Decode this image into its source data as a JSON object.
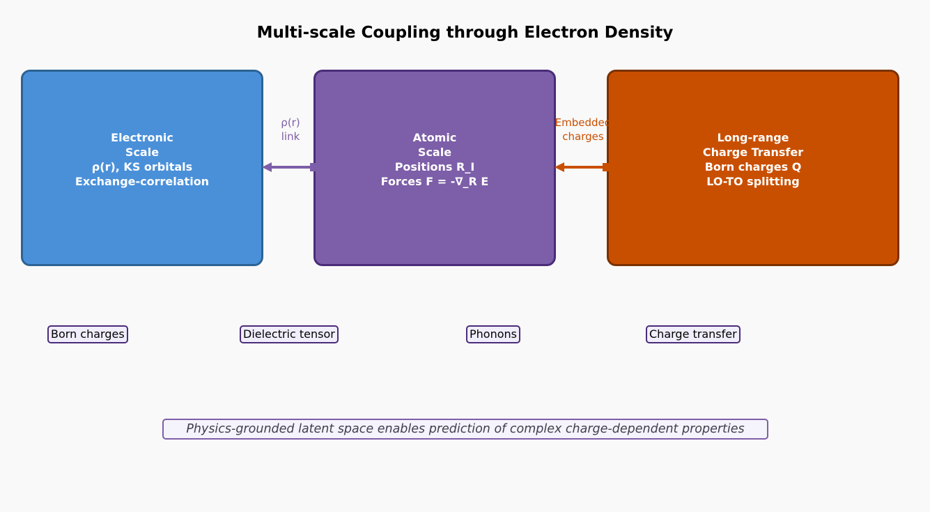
{
  "title": "Multi-scale Coupling through Electron Density",
  "colors": {
    "electronic_fill": "#4a90d9",
    "electronic_border": "#2c6394",
    "atomic_fill": "#7d5ea8",
    "atomic_border": "#4a2c78",
    "longrange_fill": "#c94f00",
    "longrange_border": "#7a3100",
    "link1_color": "#7d5ea8",
    "link2_color": "#c94f00",
    "tag_border": "#4b2c7a",
    "footnote_border": "#7e5fa8"
  },
  "boxes": {
    "electronic": "Electronic\nScale\nρ(r), KS orbitals\nExchange-correlation",
    "atomic": "Atomic\nScale\nPositions R_I\nForces F = -∇_R E",
    "longrange": "Long-range\nCharge Transfer\nBorn charges Q\nLO-TO splitting"
  },
  "links": {
    "electronic_atomic": "ρ(r)\nlink",
    "atomic_longrange": "Embedded\ncharges"
  },
  "tags": [
    "Born charges",
    "Dielectric tensor",
    "Phonons",
    "Charge transfer"
  ],
  "footnote": "Physics-grounded latent space enables prediction of complex charge-dependent properties"
}
